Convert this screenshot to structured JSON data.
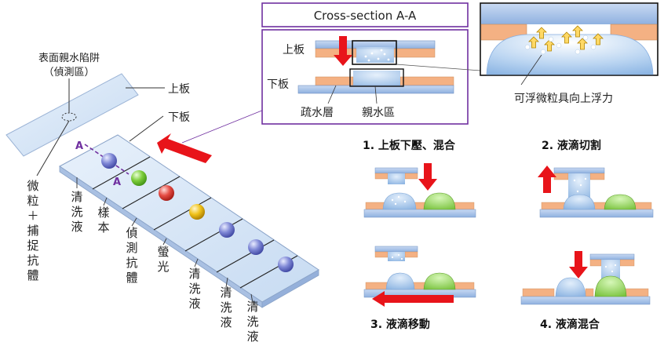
{
  "cross_section": {
    "title": "Cross-section A-A",
    "top_plate": "上板",
    "bottom_plate": "下板",
    "hydrophobic": "疏水層",
    "hydrophilic": "親水區",
    "float_note": "可浮微粒具向上浮力"
  },
  "device": {
    "surface_pit_line1": "表面親水陷阱",
    "surface_pit_line2": "（偵測區）",
    "top_plate": "上板",
    "bottom_plate": "下板",
    "section_a": "A",
    "vertical_labels": [
      "微粒＋捕捉抗體",
      "清洗液",
      "樣本",
      "偵測抗體",
      "螢光",
      "清洗液",
      "清洗液",
      "清洗液"
    ]
  },
  "steps": [
    "1. 上板下壓、混合",
    "2. 液滴切割",
    "3. 液滴移動",
    "4. 液滴混合"
  ],
  "colors": {
    "plate_blue": "#a9c4ea",
    "hydrophobic_orange": "#f4b183",
    "droplet_blue": "#9dc3e6",
    "droplet_green": "#8fd14f",
    "droplet_red": "#e8413a",
    "droplet_yellow": "#f2c300",
    "arrow_red": "#e8141a",
    "frame_purple": "#7030a0"
  }
}
